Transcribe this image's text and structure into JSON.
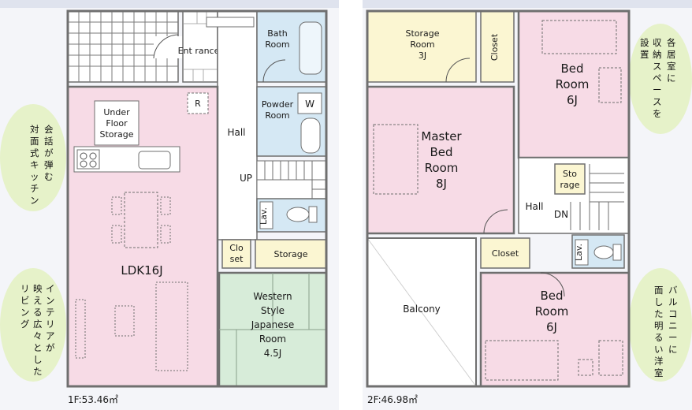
{
  "colors": {
    "wall": "#6f6f6f",
    "pink": "#f7dbe6",
    "yellow": "#fbf6d2",
    "blue": "#d5e8f4",
    "green": "#d7ecd9",
    "bubble": "#e5f1c8",
    "bg_blue": "#3d4f78"
  },
  "floor1": {
    "area": "1F:53.46㎡",
    "rooms": {
      "entrance": "Ent rance",
      "bath": "Bath Room",
      "powder": "Powder Room",
      "powder_w": "W",
      "under_floor": "Under Floor Storage",
      "r_mark": "R",
      "hall": "Hall",
      "up": "UP",
      "lav": "Lav.",
      "ldk": "LDK16J",
      "closet": "Clo set",
      "storage": "Storage",
      "western": "Western Style Japanese Room 4.5J"
    }
  },
  "floor2": {
    "area": "2F:46.98㎡",
    "rooms": {
      "storage_room": "Storage Room 3J",
      "closet_top": "Closet",
      "bed1": "Bed Room 6J",
      "master": "Master Bed Room 8J",
      "storage_small": "Sto rage",
      "hall": "Hall",
      "dn": "DN",
      "closet_mid": "Closet",
      "lav": "Lav.",
      "balcony": "Balcony",
      "bed2": "Bed Room 6J"
    }
  },
  "bubbles": {
    "left_top": "会話が弾む対面式キッチン",
    "left_bottom": "インテリアが映える広々としたリビング",
    "right_top": "各居室に収納スペースを設置",
    "right_bottom": "バルコニーに面した明るい洋室"
  }
}
